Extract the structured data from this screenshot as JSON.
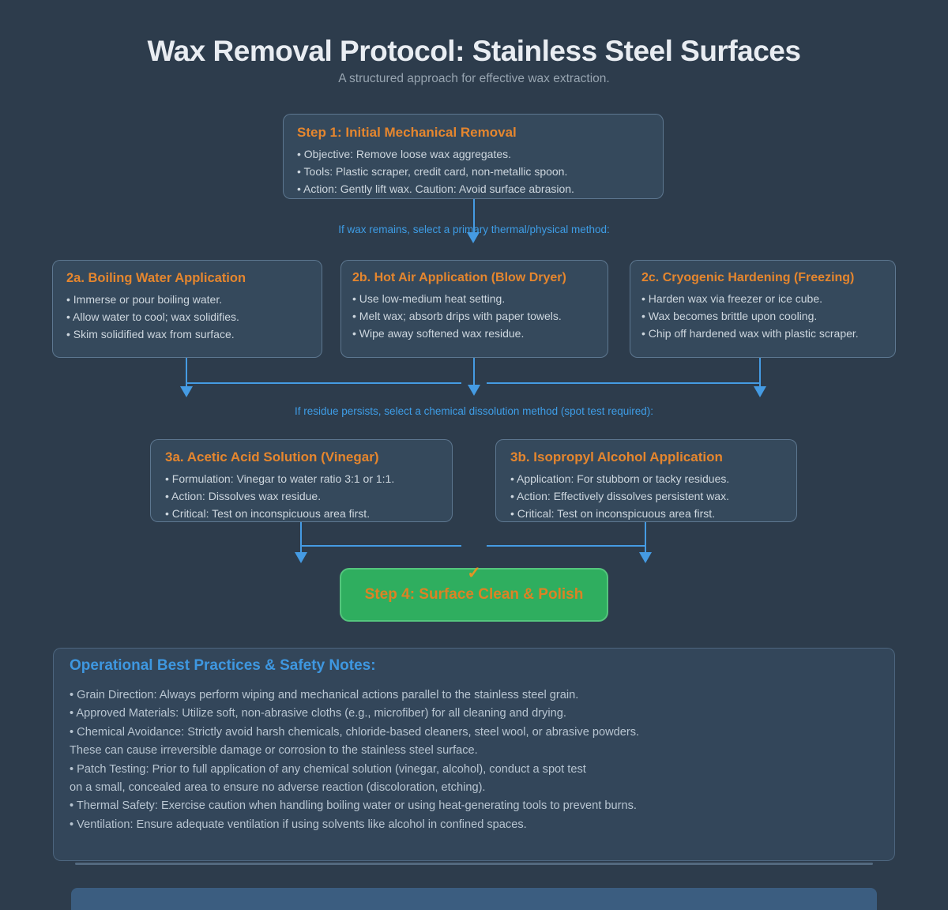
{
  "page": {
    "title": "Wax Removal Protocol: Stainless Steel Surfaces",
    "subtitle": "A structured approach for effective wax extraction."
  },
  "colors": {
    "background": "#2d3c4c",
    "node_background": "#35495c",
    "node_border": "#89aac8",
    "heading_orange": "#e5862e",
    "body_text": "#cdd6de",
    "flow_label_blue": "#3e9de6",
    "arrow_blue": "#459be3",
    "success_green": "#2fae5f",
    "success_border_green": "#54c57d",
    "notes_heading_blue": "#3e97e0"
  },
  "steps": {
    "step1": {
      "title": "Step 1: Initial Mechanical Removal",
      "bullets": [
        "• Objective: Remove loose wax aggregates.",
        "• Tools: Plastic scraper, credit card, non-metallic spoon.",
        "• Action: Gently lift wax. Caution: Avoid surface abrasion."
      ]
    },
    "step2a": {
      "title": "2a. Boiling Water Application",
      "bullets": [
        "• Immerse or pour boiling water.",
        "• Allow water to cool; wax solidifies.",
        "• Skim solidified wax from surface."
      ]
    },
    "step2b": {
      "title": "2b. Hot Air Application (Blow Dryer)",
      "bullets": [
        "• Use low-medium heat setting.",
        "• Melt wax; absorb drips with paper towels.",
        "• Wipe away softened wax residue."
      ]
    },
    "step2c": {
      "title": "2c. Cryogenic Hardening (Freezing)",
      "bullets": [
        "• Harden wax via freezer or ice cube.",
        "• Wax becomes brittle upon cooling.",
        "• Chip off hardened wax with plastic scraper."
      ]
    },
    "step3a": {
      "title": "3a. Acetic Acid Solution (Vinegar)",
      "bullets": [
        "• Formulation: Vinegar to water ratio 3:1 or 1:1.",
        "• Action: Dissolves wax residue.",
        "• Critical: Test on inconspicuous area first."
      ]
    },
    "step3b": {
      "title": "3b. Isopropyl Alcohol Application",
      "bullets": [
        "• Application: For stubborn or tacky residues.",
        "• Action: Effectively dissolves persistent wax.",
        "• Critical: Test on inconspicuous area first."
      ]
    },
    "step4": {
      "checkmark": "✓",
      "label": "Step 4: Surface Clean & Polish"
    }
  },
  "connectors": {
    "label1": "If wax remains, select a primary thermal/physical method:",
    "label2": "If residue persists, select a chemical dissolution method (spot test required):"
  },
  "notes": {
    "heading": "Operational Best Practices & Safety Notes:",
    "lines": [
      "• Grain Direction: Always perform wiping and mechanical actions parallel to the stainless steel grain.",
      "• Approved Materials: Utilize soft, non-abrasive cloths (e.g., microfiber) for all cleaning and drying.",
      "• Chemical Avoidance: Strictly avoid harsh chemicals, chloride-based cleaners, steel wool, or abrasive powders.",
      "These can cause irreversible damage or corrosion to the stainless steel surface.",
      "• Patch Testing: Prior to full application of any chemical solution (vinegar, alcohol), conduct a spot test",
      "on a small, concealed area to ensure no adverse reaction (discoloration, etching).",
      "• Thermal Safety: Exercise caution when handling boiling water or using heat-generating tools to prevent burns.",
      "• Ventilation: Ensure adequate ventilation if using solvents like alcohol in confined spaces."
    ]
  }
}
